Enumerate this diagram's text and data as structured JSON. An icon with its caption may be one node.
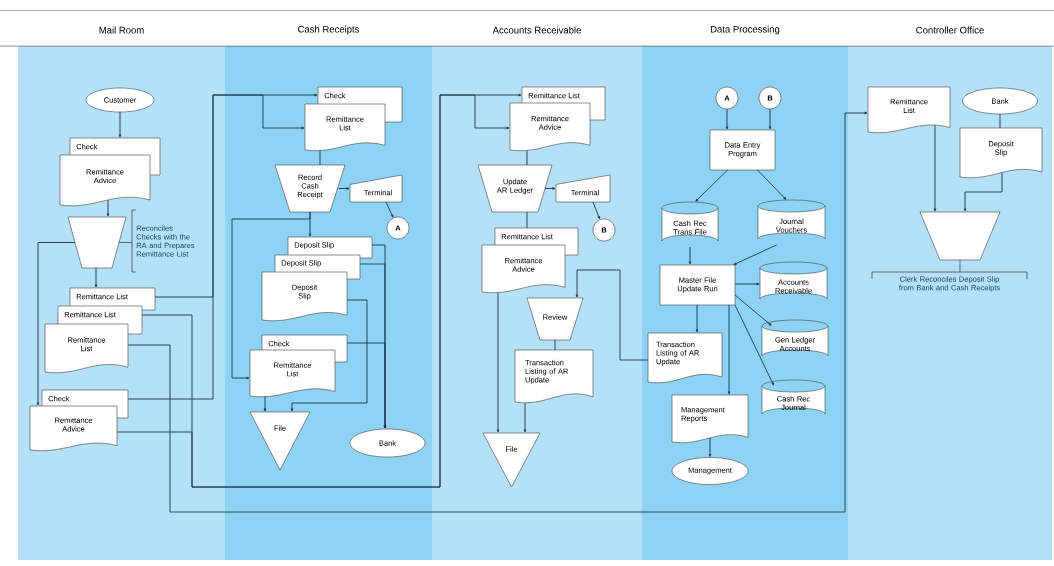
{
  "diagram": {
    "nodes": [
      {
        "text": [
          "Mail Room"
        ]
      },
      {
        "text": [
          "Cash Receipts"
        ]
      },
      {
        "text": [
          "Accounts Receivable"
        ]
      },
      {
        "text": [
          "Data Processing"
        ]
      },
      {
        "text": [
          "Controller Office"
        ]
      },
      {
        "text": [
          "Customer"
        ],
        "in": 0
      },
      {
        "text": [
          "Check"
        ],
        "in": 0
      },
      {
        "text": [
          "Remittance Advice"
        ],
        "in": 0
      },
      {
        "text": [],
        "shape": "trapezoid",
        "in": 0,
        "beside": [
          "Reconciles Checks with the RA and Prepares Remittance List"
        ]
      },
      {
        "text": [
          "Remittance List"
        ],
        "in": 0
      },
      {
        "text": [
          "Remittance List"
        ],
        "in": 0
      },
      {
        "text": [
          "Remittance List"
        ],
        "in": 0
      },
      {
        "text": [
          "Check"
        ],
        "in": 0
      },
      {
        "text": [
          "Remittance Advice"
        ],
        "in": 0
      },
      {
        "text": [
          "Check"
        ],
        "in": 1
      },
      {
        "text": [
          "Remittance List"
        ],
        "in": 1
      },
      {
        "text": [
          "Record Cash Receipt"
        ],
        "in": 1
      },
      {
        "text": [
          "Terminal"
        ],
        "in": 1
      },
      {
        "text": [
          "A"
        ],
        "in": 1
      },
      {
        "text": [
          "Deposit Slip"
        ],
        "in": 1
      },
      {
        "text": [
          "Deposit Slip"
        ],
        "in": 1
      },
      {
        "text": [
          "Deposit Slip"
        ],
        "in": 1
      },
      {
        "text": [
          "Check"
        ],
        "in": 1
      },
      {
        "text": [
          "Remittance List"
        ],
        "in": 1
      },
      {
        "text": [
          "File"
        ],
        "in": 1
      },
      {
        "text": [
          "Bank"
        ],
        "in": 1
      },
      {
        "text": [
          "Remittance List"
        ],
        "in": 2
      },
      {
        "text": [
          "Remittance Advice"
        ],
        "in": 2
      },
      {
        "text": [
          "Update AR Ledger"
        ],
        "in": 2
      },
      {
        "text": [
          "Terminal"
        ],
        "in": 2
      },
      {
        "text": [
          "B"
        ],
        "in": 2
      },
      {
        "text": [
          "Remittance List"
        ],
        "in": 2
      },
      {
        "text": [
          "Remittance Advice"
        ],
        "in": 2
      },
      {
        "text": [
          "Review"
        ],
        "in": 2
      },
      {
        "text": [
          "Transaction Listing of AR Update"
        ],
        "in": 2
      },
      {
        "text": [
          "File"
        ],
        "in": 2
      },
      {
        "text": [
          "A"
        ],
        "in": 3
      },
      {
        "text": [
          "B"
        ],
        "in": 3
      },
      {
        "text": [
          "Data Entry Program"
        ],
        "in": 3
      },
      {
        "text": [
          "Cash Rec Trans File"
        ],
        "in": 3
      },
      {
        "text": [
          "Journal Vouchers"
        ],
        "in": 3
      },
      {
        "text": [
          "Master File Update Run"
        ],
        "in": 3
      },
      {
        "text": [
          "Accounts Receivable"
        ],
        "in": 3
      },
      {
        "text": [
          "Gen Ledger Accounts"
        ],
        "in": 3
      },
      {
        "text": [
          "Cash Rec Journal"
        ],
        "in": 3
      },
      {
        "text": [
          "Transaction Listing of AR Update"
        ],
        "in": 3
      },
      {
        "text": [
          "Management Reports"
        ],
        "in": 3
      },
      {
        "text": [
          "Management"
        ],
        "in": 3
      },
      {
        "text": [
          "Remittance List"
        ],
        "in": 4
      },
      {
        "text": [
          "Bank"
        ],
        "in": 4
      },
      {
        "text": [
          "Deposit Slip"
        ],
        "in": 4
      },
      {
        "text": [],
        "shape": "trapezoid",
        "in": 4,
        "beside": [
          "Clerk Reconciles Deposit Slip from Bank and Cash Receipts"
        ]
      }
    ],
    "edges": [
      {
        "from": 5,
        "to": 6,
        "arrow": "to"
      },
      {
        "from": 7,
        "to": 8,
        "arrow": "to"
      },
      {
        "from": 8,
        "to": 9,
        "arrow": "to"
      },
      {
        "from": 8,
        "to": 13,
        "arrow": "to"
      },
      {
        "from": 12,
        "to": 14,
        "arrow": "to"
      },
      {
        "from": 9,
        "to": 15,
        "arrow": "to"
      },
      {
        "from": 10,
        "to": 26,
        "arrow": "to"
      },
      {
        "from": 13,
        "to": 27,
        "arrow": "to"
      },
      {
        "from": 11,
        "to": 48,
        "arrow": "to"
      },
      {
        "from": 15,
        "to": 16,
        "arrow": "none"
      },
      {
        "from": 16,
        "to": 17,
        "arrow": "to"
      },
      {
        "from": 17,
        "to": 18,
        "arrow": "to"
      },
      {
        "from": 16,
        "to": 19,
        "arrow": "to"
      },
      {
        "from": 16,
        "to": 23,
        "arrow": "to"
      },
      {
        "from": 19,
        "to": 25,
        "arrow": "to"
      },
      {
        "from": 20,
        "to": 25,
        "arrow": "to"
      },
      {
        "from": 22,
        "to": 25,
        "arrow": "to"
      },
      {
        "from": 21,
        "to": 24,
        "arrow": "to"
      },
      {
        "from": 23,
        "to": 24,
        "arrow": "to"
      },
      {
        "from": 27,
        "to": 28,
        "arrow": "none"
      },
      {
        "from": 28,
        "to": 29,
        "arrow": "to"
      },
      {
        "from": 29,
        "to": 30,
        "arrow": "to"
      },
      {
        "from": 28,
        "to": 31,
        "arrow": "none"
      },
      {
        "from": 32,
        "to": 35,
        "arrow": "to"
      },
      {
        "from": 33,
        "to": 34,
        "arrow": "none"
      },
      {
        "from": 34,
        "to": 35,
        "arrow": "to"
      },
      {
        "from": 45,
        "to": 33,
        "arrow": "to"
      },
      {
        "from": 36,
        "to": 38,
        "arrow": "to"
      },
      {
        "from": 37,
        "to": 38,
        "arrow": "to"
      },
      {
        "from": 38,
        "to": 39,
        "arrow": "to"
      },
      {
        "from": 38,
        "to": 40,
        "arrow": "to"
      },
      {
        "from": 39,
        "to": 41,
        "arrow": "to"
      },
      {
        "from": 40,
        "to": 41,
        "arrow": "to"
      },
      {
        "from": 41,
        "to": 42,
        "arrow": "to"
      },
      {
        "from": 41,
        "to": 43,
        "arrow": "to"
      },
      {
        "from": 41,
        "to": 44,
        "arrow": "to"
      },
      {
        "from": 41,
        "to": 45,
        "arrow": "to"
      },
      {
        "from": 41,
        "to": 46,
        "arrow": "to"
      },
      {
        "from": 46,
        "to": 47,
        "arrow": "to"
      },
      {
        "from": 48,
        "to": 51,
        "arrow": "to"
      },
      {
        "from": 49,
        "to": 50,
        "arrow": "none"
      },
      {
        "from": 50,
        "to": 51,
        "arrow": "to"
      }
    ]
  }
}
